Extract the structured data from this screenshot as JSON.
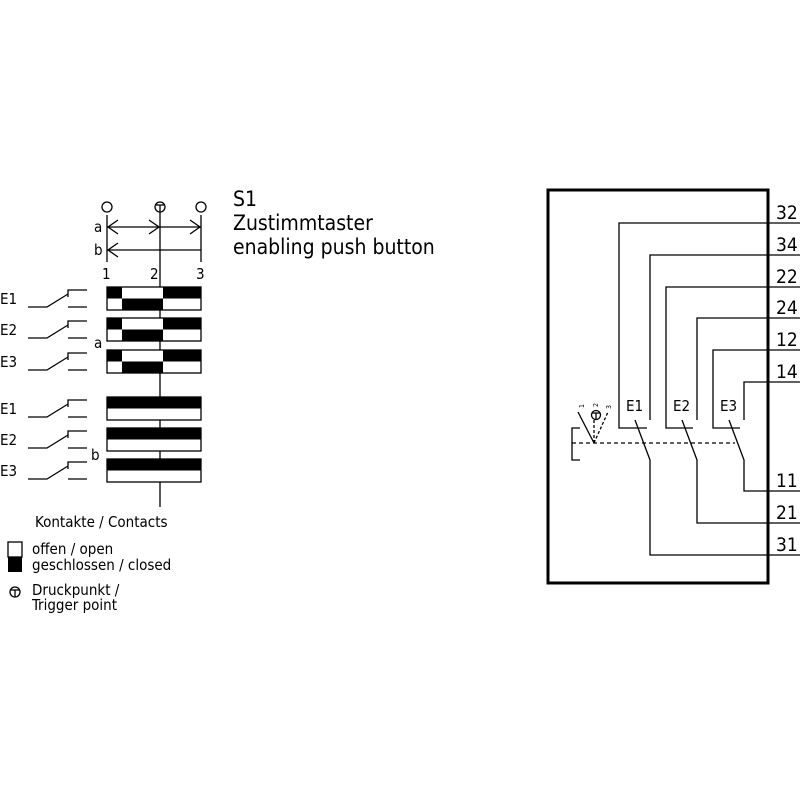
{
  "title": {
    "id": "S1",
    "de": "Zustimmtaster",
    "en": "enabling push button"
  },
  "positions": {
    "a": "a",
    "b": "b",
    "p1": "1",
    "p2": "2",
    "p3": "3"
  },
  "contacts": [
    "E1",
    "E2",
    "E3"
  ],
  "groups": [
    {
      "label": "a",
      "pattern": "a"
    },
    {
      "label": "b",
      "pattern": "b"
    }
  ],
  "legend": {
    "heading": "Kontakte / Contacts",
    "open": "offen / open",
    "closed": "geschlossen / closed",
    "trigger_1": "Druckpunkt /",
    "trigger_2": "Trigger point"
  },
  "schematic": {
    "contacts": [
      "E1",
      "E2",
      "E3"
    ],
    "terminals_top": [
      "32",
      "34",
      "22",
      "24",
      "12",
      "14"
    ],
    "terminals_bottom": [
      "11",
      "21",
      "31"
    ],
    "actuator_positions": [
      "1",
      "2",
      "3"
    ]
  },
  "colors": {
    "line": "#000000",
    "closed": "#000000",
    "open": "#ffffff"
  }
}
